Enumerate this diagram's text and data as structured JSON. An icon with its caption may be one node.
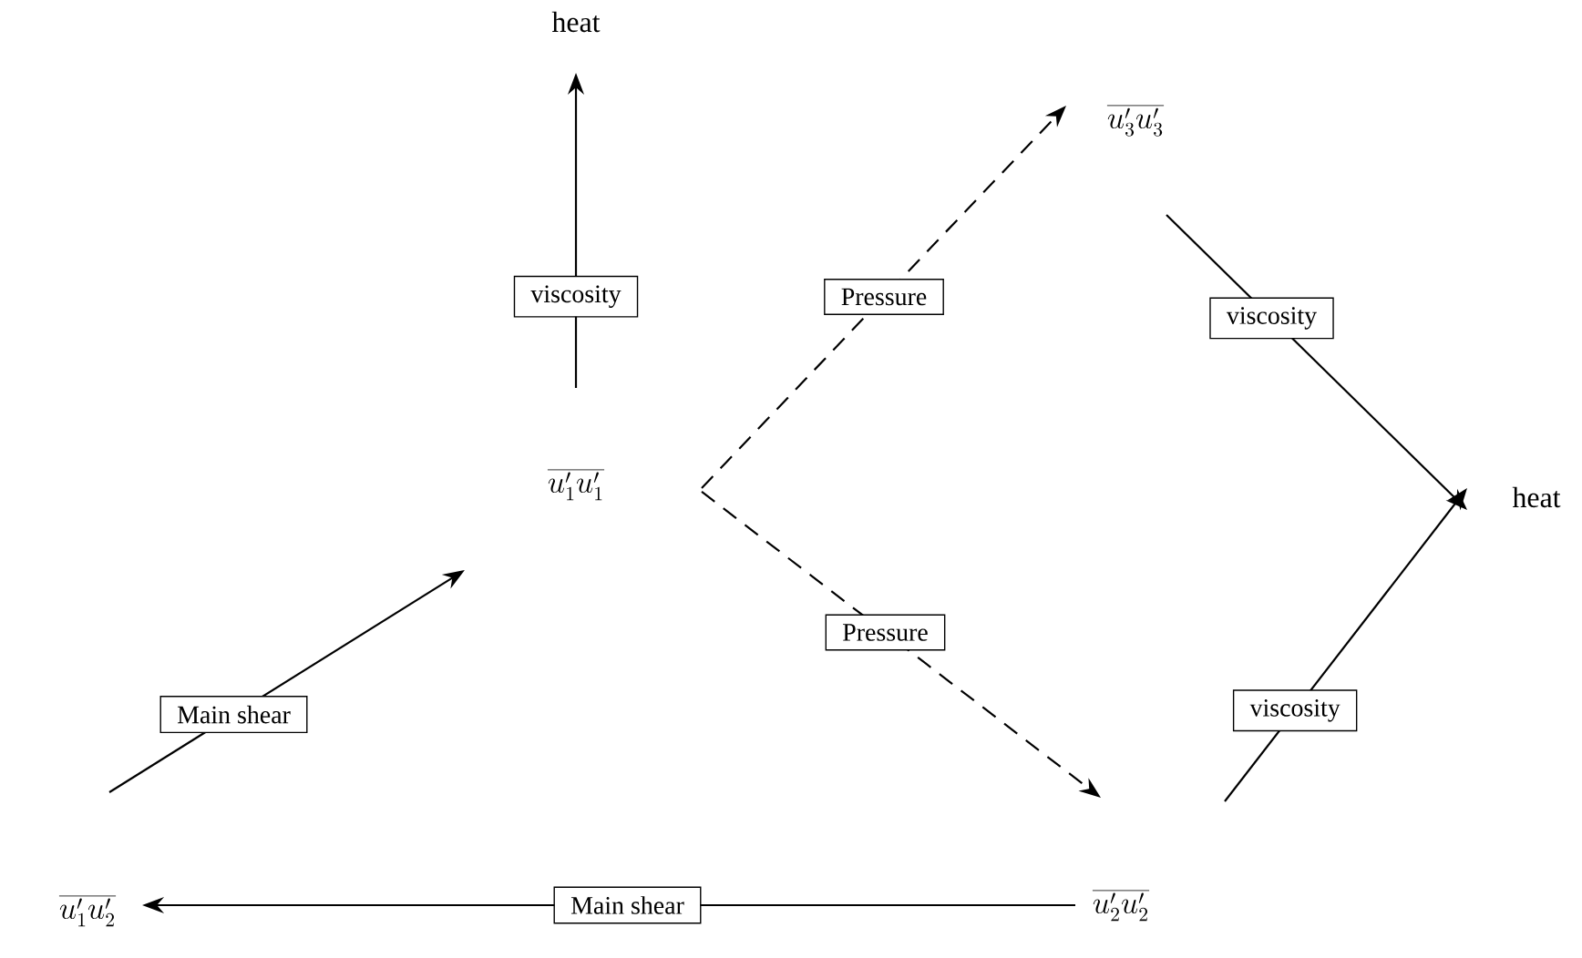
{
  "diagram": {
    "nodes": [
      {
        "text": [
          "heat"
        ]
      },
      {
        "text": [
          "\\overline{u'_3u'_3}"
        ]
      },
      {
        "text": [
          "\\overline{u'_1u'_1}"
        ]
      },
      {
        "text": [
          "heat"
        ]
      },
      {
        "text": [
          "\\overline{u'_1u'_2}"
        ]
      },
      {
        "text": [
          "\\overline{u'_2u'_2}"
        ]
      }
    ],
    "edges": [
      {
        "from": 2,
        "to": 0,
        "arrow": "to",
        "label": "viscosity"
      },
      {
        "from": 2,
        "to": 1,
        "arrow": "to",
        "label": "Pressure",
        "style": "dashed"
      },
      {
        "from": 1,
        "to": 3,
        "arrow": "to",
        "label": "viscosity"
      },
      {
        "from": 2,
        "to": 5,
        "arrow": "to",
        "label": "Pressure",
        "style": "dashed"
      },
      {
        "from": 5,
        "to": 3,
        "arrow": "to",
        "label": "viscosity"
      },
      {
        "from": 4,
        "to": 2,
        "arrow": "to",
        "label": "Main shear"
      },
      {
        "from": 5,
        "to": 4,
        "arrow": "to",
        "label": "Main shear"
      }
    ]
  }
}
